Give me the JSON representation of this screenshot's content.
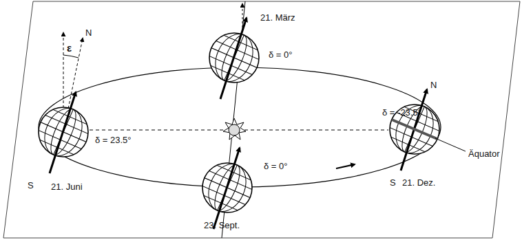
{
  "diagram": {
    "labels": [
      "ε",
      "N",
      "21. März",
      "δ = 0°",
      "δ = 23.5°",
      "S",
      "21. Juni",
      "δ = -23.5°",
      "N",
      "Äquator",
      "S",
      "21. Dez.",
      "δ = 0°",
      "23. Sept."
    ]
  }
}
